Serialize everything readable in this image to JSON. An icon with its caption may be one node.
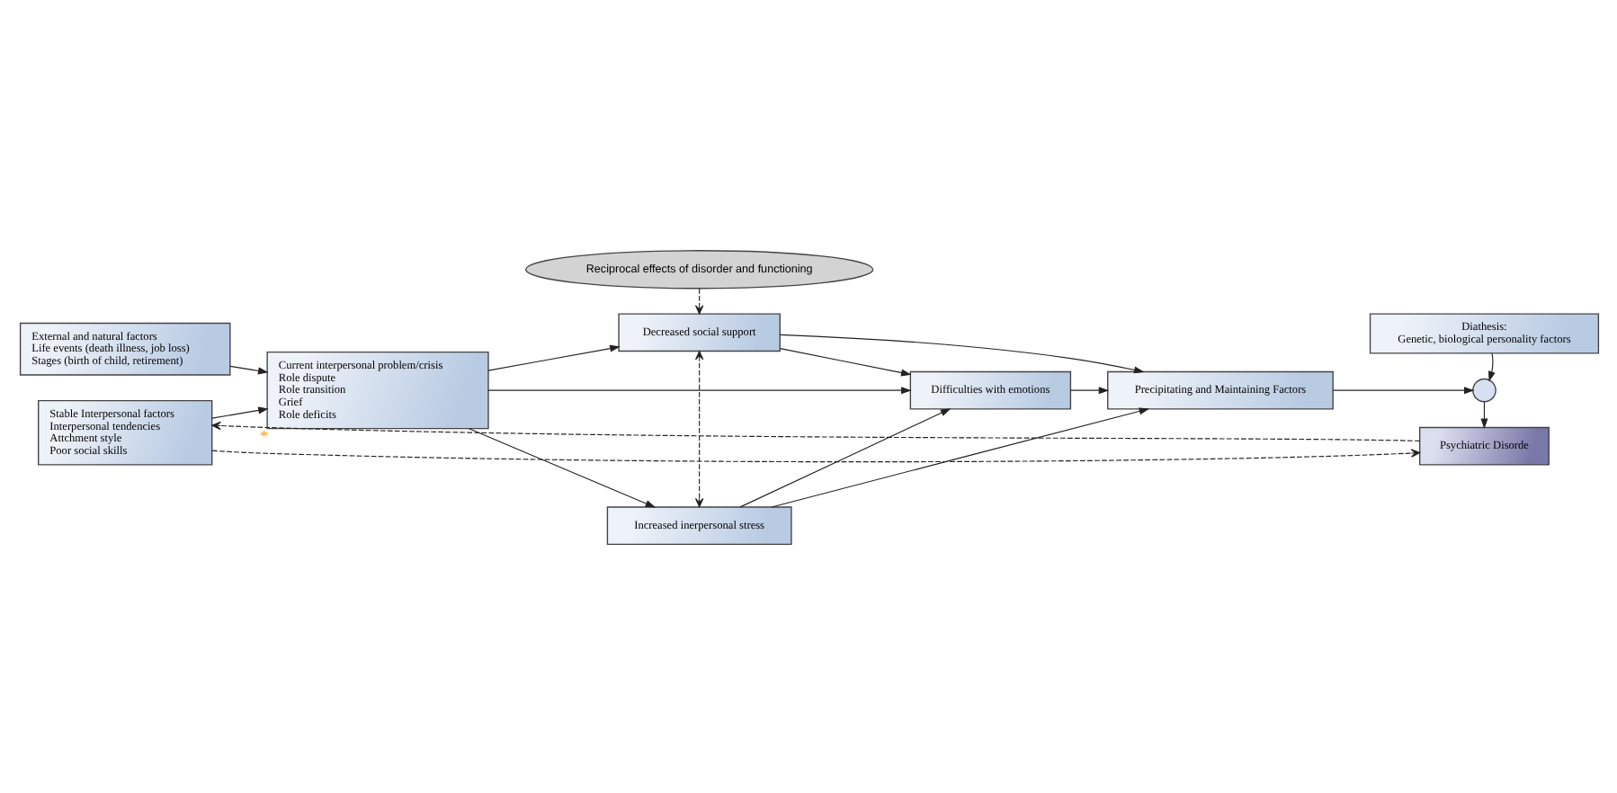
{
  "diagram": {
    "nodes": [
      {
        "text": [
          "External and natural factors",
          "Life events (death illness, job loss)",
          "Stages (birth of child, retirement)"
        ]
      },
      {
        "text": [
          "Stable Interpersonal factors",
          "Interpersonal tendencies",
          "Attchment style",
          "Poor social skills"
        ]
      },
      {
        "text": [
          "Current interpersonal problem/crisis",
          "Role dispute",
          "Role transition",
          "Grief",
          "Role deficits"
        ],
        "beside": [
          "*"
        ]
      },
      {
        "text": [
          "Increased inerpersonal stress"
        ]
      },
      {
        "text": [
          "Decreased social support"
        ]
      },
      {
        "text": [
          "Difficulties with emotions"
        ]
      },
      {
        "text": [
          "Precipitating and Maintaining Factors"
        ]
      },
      {
        "text": [
          "Diathesis:",
          "Genetic, biological personality factors"
        ]
      },
      {
        "text": [],
        "shape": "circle"
      },
      {
        "text": [
          "Psychiatric Disorde"
        ]
      },
      {
        "text": [
          "Reciprocal effects of disorder and functioning"
        ]
      }
    ],
    "edges": [
      {
        "from": 0,
        "to": 2,
        "arrow": "to"
      },
      {
        "from": 1,
        "to": 2,
        "arrow": "to"
      },
      {
        "from": 2,
        "to": 3,
        "arrow": "to"
      },
      {
        "from": 2,
        "to": 5,
        "arrow": "to"
      },
      {
        "from": 2,
        "to": 4,
        "arrow": "to"
      },
      {
        "from": 3,
        "to": 4,
        "arrow": "both",
        "style": "dashed"
      },
      {
        "from": 3,
        "to": 6,
        "arrow": "to"
      },
      {
        "from": 3,
        "to": 5,
        "arrow": "to"
      },
      {
        "from": 4,
        "to": 5,
        "arrow": "to"
      },
      {
        "from": 4,
        "to": 6,
        "arrow": "to"
      },
      {
        "from": 5,
        "to": 6,
        "arrow": "to"
      },
      {
        "from": 6,
        "to": 8,
        "arrow": "to"
      },
      {
        "from": 7,
        "to": 8,
        "arrow": "to"
      },
      {
        "from": 8,
        "to": 9,
        "arrow": "to"
      },
      {
        "from": 1,
        "to": 9,
        "arrow": "to",
        "style": "dashed"
      },
      {
        "from": 9,
        "to": 1,
        "arrow": "to",
        "style": "dashed"
      },
      {
        "from": 10,
        "to": 4,
        "arrow": "to",
        "style": "dashed"
      }
    ]
  }
}
